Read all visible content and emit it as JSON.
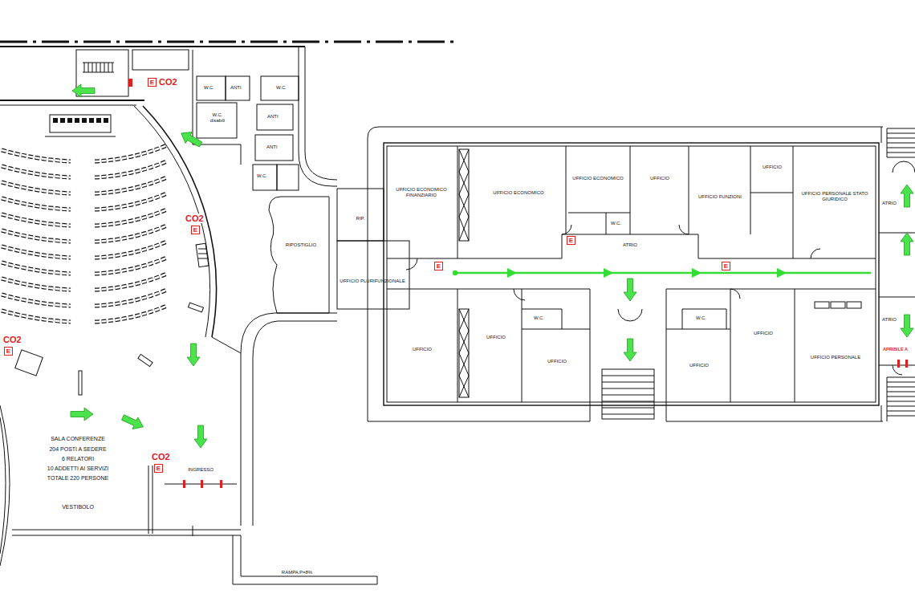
{
  "diagram": {
    "nodes": [
      {
        "text": [
          "UFFICIO ECONOMICO FINANZIARIO"
        ]
      },
      {
        "text": [
          "UFFICIO ECONOMICO"
        ]
      },
      {
        "text": [
          "UFFICIO ECONOMICO"
        ]
      },
      {
        "text": [
          "UFFICIO"
        ]
      },
      {
        "text": [
          "UFFICIO FUNZIONI"
        ]
      },
      {
        "text": [
          "UFFICIO"
        ]
      },
      {
        "text": [
          "UFFICIO PERSONALE STATO GIURIDICO"
        ]
      },
      {
        "text": [
          "RIP."
        ]
      },
      {
        "text": [
          "UFFICIO PLURIFUNZIONALE"
        ]
      },
      {
        "text": [
          "UFFICIO"
        ]
      },
      {
        "text": [
          "UFFICIO"
        ]
      },
      {
        "text": [
          "UFFICIO"
        ]
      },
      {
        "text": [
          "UFFICIO"
        ]
      },
      {
        "text": [
          "UFFICIO"
        ]
      },
      {
        "text": [
          "UFFICIO PERSONALE"
        ]
      }
    ],
    "labels": [
      "E",
      "CO2",
      "CO2",
      "E",
      "CO2",
      "E",
      "CO2",
      "E",
      "E",
      "E",
      "E",
      "W.C.",
      "ANTI",
      "W.C.",
      "W.C. disabili",
      "ANTI",
      "ANTI",
      "W.C.",
      "W.C.",
      "W.C.",
      "W.C.",
      "ATRIO",
      "ATRIO",
      "ATRIO",
      "APRIBILE A",
      "SALA CONFERENZE",
      "204 POSTI A SEDERE",
      "6 RELATORI",
      "10 ADDETTI AI SERVIZI",
      "TOTALE 220 PERSONE",
      "VESTIBOLO",
      "INGRESSO",
      "RAMPA P=8%",
      "RIPOSTIGLIO"
    ]
  }
}
